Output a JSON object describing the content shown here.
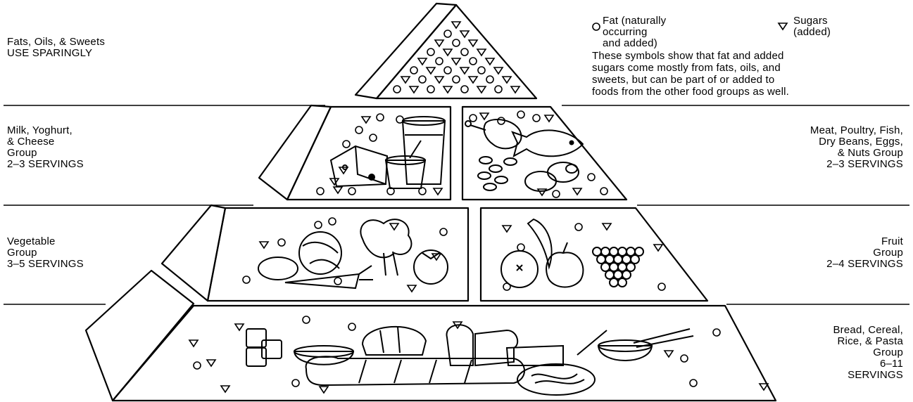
{
  "legend": {
    "fat": {
      "icon": "circle-icon",
      "lines": [
        "Fat (naturally",
        "occurring",
        "and added)"
      ]
    },
    "sugar": {
      "icon": "triangle-icon",
      "lines": [
        "Sugars",
        "(added)"
      ]
    },
    "note_lines": [
      "These symbols show that fat and added",
      "sugars come mostly from fats, oils, and",
      "sweets, but can be part of or added to",
      "foods from the other food groups as well."
    ]
  },
  "tiers": {
    "fats": {
      "lines": [
        "Fats, Oils, & Sweets",
        "USE SPARINGLY"
      ]
    },
    "milk": {
      "lines": [
        "Milk, Yoghurt,",
        "& Cheese",
        "Group",
        "2–3 SERVINGS"
      ]
    },
    "meat": {
      "lines": [
        "Meat, Poultry, Fish,",
        "Dry Beans, Eggs,",
        "& Nuts Group",
        "2–3 SERVINGS"
      ]
    },
    "vegetable": {
      "lines": [
        "Vegetable",
        "Group",
        "3–5 SERVINGS"
      ]
    },
    "fruit": {
      "lines": [
        "Fruit",
        "Group",
        "2–4 SERVINGS"
      ]
    },
    "bread": {
      "lines": [
        "Bread, Cereal,",
        "Rice, & Pasta",
        "Group",
        "6–11",
        "SERVINGS"
      ]
    }
  },
  "colors": {
    "ink": "#000000",
    "paper": "#ffffff"
  }
}
